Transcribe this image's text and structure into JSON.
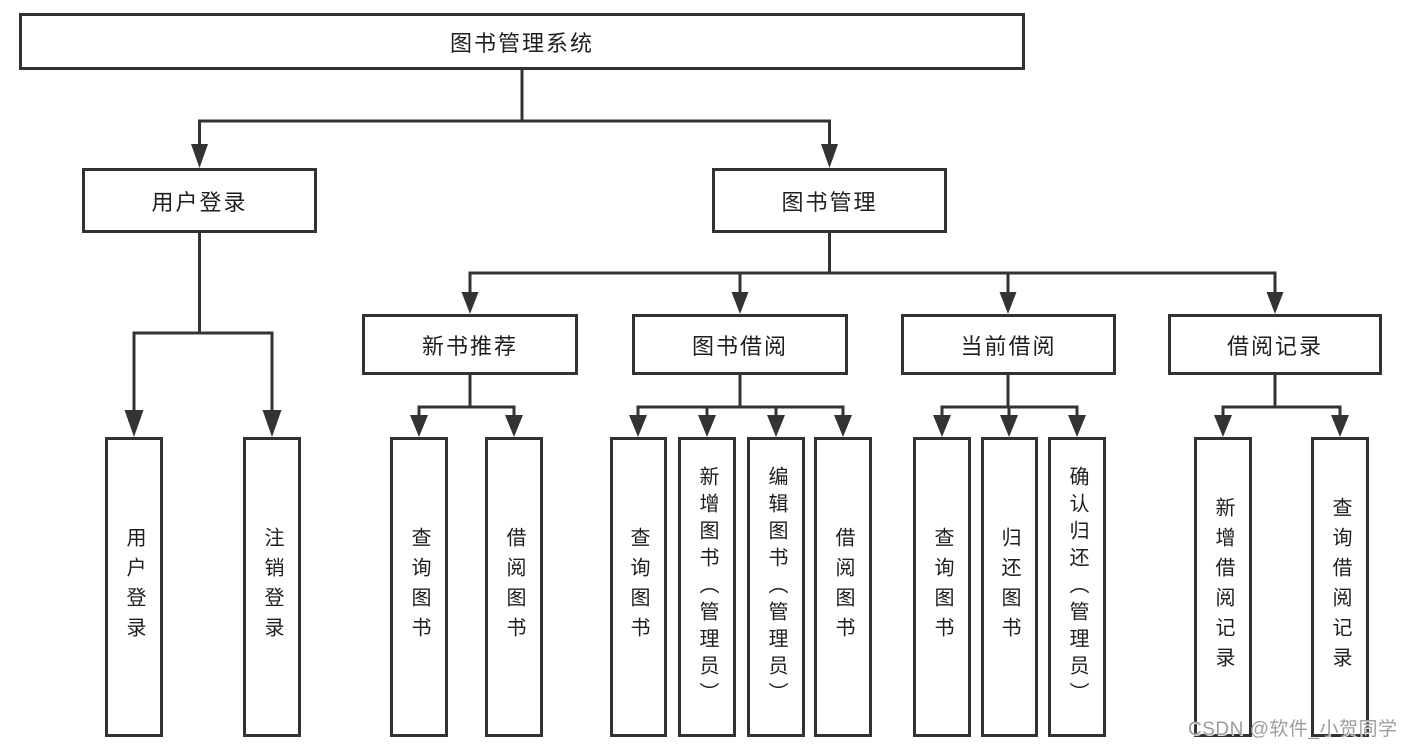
{
  "palette": {
    "background": "#ffffff",
    "line_color": "#333333",
    "box_border": "#323232",
    "text_color": "#1e1e1e",
    "watermark_color": "#9d9d9d"
  },
  "diagram": {
    "type": "tree",
    "root": {
      "label": "图书管理系统"
    },
    "level2": [
      {
        "id": "user-login",
        "label": "用户登录"
      },
      {
        "id": "book-management",
        "label": "图书管理"
      }
    ],
    "level3": [
      {
        "id": "new-book-recommend",
        "label": "新书推荐",
        "parent": "book-management"
      },
      {
        "id": "book-borrowing",
        "label": "图书借阅",
        "parent": "book-management"
      },
      {
        "id": "current-borrowing",
        "label": "当前借阅",
        "parent": "book-management"
      },
      {
        "id": "borrowing-records",
        "label": "借阅记录",
        "parent": "book-management"
      }
    ],
    "leaves": [
      {
        "id": "user-login",
        "label": "用户登录",
        "parent": "user-login"
      },
      {
        "id": "logout",
        "label": "注销登录",
        "parent": "user-login"
      },
      {
        "id": "query-books-recommend",
        "label": "查询图书",
        "parent": "new-book-recommend"
      },
      {
        "id": "borrow-books-recommend",
        "label": "借阅图书",
        "parent": "new-book-recommend"
      },
      {
        "id": "query-books-borrowing",
        "label": "查询图书",
        "parent": "book-borrowing"
      },
      {
        "id": "add-book-admin",
        "label": "新增图书（管理员）",
        "parent": "book-borrowing"
      },
      {
        "id": "edit-book-admin",
        "label": "编辑图书（管理员）",
        "parent": "book-borrowing"
      },
      {
        "id": "borrow-books-borrowing",
        "label": "借阅图书",
        "parent": "book-borrowing"
      },
      {
        "id": "query-books-current",
        "label": "查询图书",
        "parent": "current-borrowing"
      },
      {
        "id": "return-books",
        "label": "归还图书",
        "parent": "current-borrowing"
      },
      {
        "id": "confirm-return-admin",
        "label": "确认归还（管理员）",
        "parent": "current-borrowing"
      },
      {
        "id": "add-borrow-record",
        "label": "新增借阅记录",
        "parent": "borrowing-records"
      },
      {
        "id": "query-borrow-record",
        "label": "查询借阅记录",
        "parent": "borrowing-records"
      }
    ]
  },
  "watermark": {
    "text": "CSDN @软件_小贺同学"
  }
}
